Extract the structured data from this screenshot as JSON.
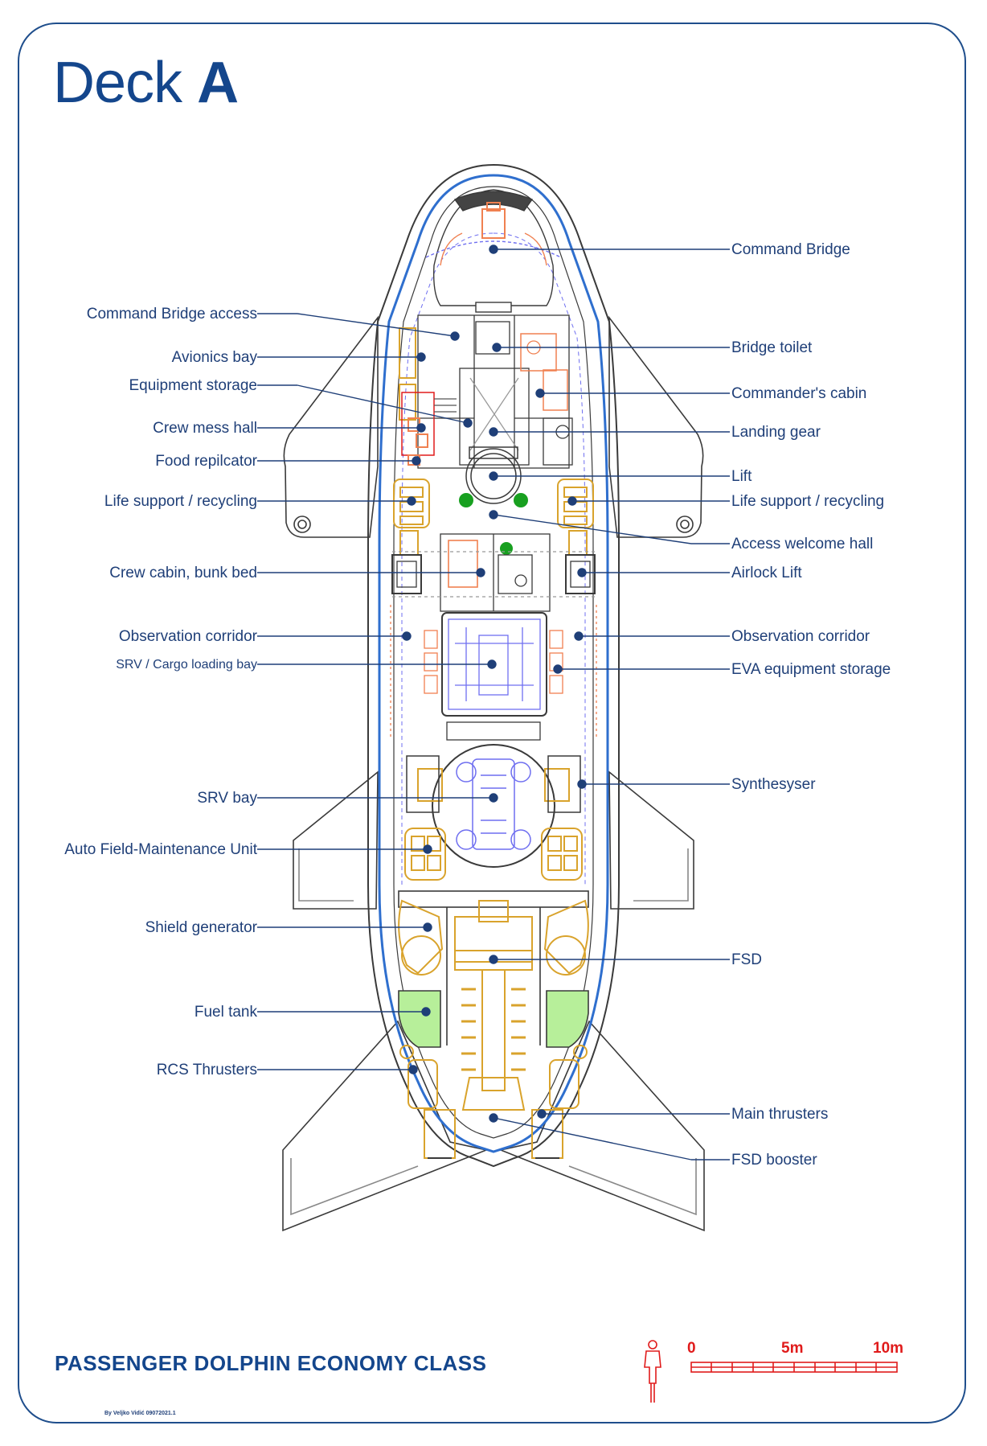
{
  "deck": {
    "word": "Deck",
    "letter": "A"
  },
  "footer": {
    "ship_name": "PASSENGER DOLPHIN ECONOMY CLASS",
    "credit": "By Veljko Vidić 09072021.1"
  },
  "scale": {
    "tick_0": "0",
    "tick_5": "5m",
    "tick_10": "10m",
    "unit_max_m": 10
  },
  "colors": {
    "frame": "#1f4e8c",
    "label_text": "#1f3f78",
    "leader": "#1f3f78",
    "hull": "#3a3a3a",
    "hull_blue": "#2f6fce",
    "machinery": "#d9a32c",
    "furniture": "#f08050",
    "srv": "#6f6ff0",
    "fuel": "#b7ef9a",
    "plant": "#18a020",
    "scale": "#e01b1b"
  },
  "labels_left": {
    "command_bridge_access": "Command Bridge access",
    "avionics_bay": "Avionics bay",
    "equipment_storage": "Equipment storage",
    "crew_mess_hall": "Crew mess hall",
    "food_replicator": "Food repilcator",
    "life_support_left": "Life support / recycling",
    "crew_cabin": "Crew cabin, bunk bed",
    "observation_corridor_left": "Observation corridor",
    "srv_cargo_bay": "SRV / Cargo loading bay",
    "srv_bay": "SRV bay",
    "afmu": "Auto Field-Maintenance Unit",
    "shield_generator": "Shield generator",
    "fuel_tank": "Fuel tank",
    "rcs_thrusters": "RCS Thrusters"
  },
  "labels_right": {
    "command_bridge": "Command Bridge",
    "bridge_toilet": "Bridge toilet",
    "commanders_cabin": "Commander's cabin",
    "landing_gear": "Landing gear",
    "lift": "Lift",
    "life_support_right": "Life support / recycling",
    "access_welcome_hall": "Access welcome hall",
    "airlock_lift": "Airlock Lift",
    "observation_corridor_right": "Observation corridor",
    "eva_storage": "EVA equipment storage",
    "synthesyser": "Synthesyser",
    "fsd": "FSD",
    "main_thrusters": "Main thrusters",
    "fsd_booster": "FSD booster"
  }
}
